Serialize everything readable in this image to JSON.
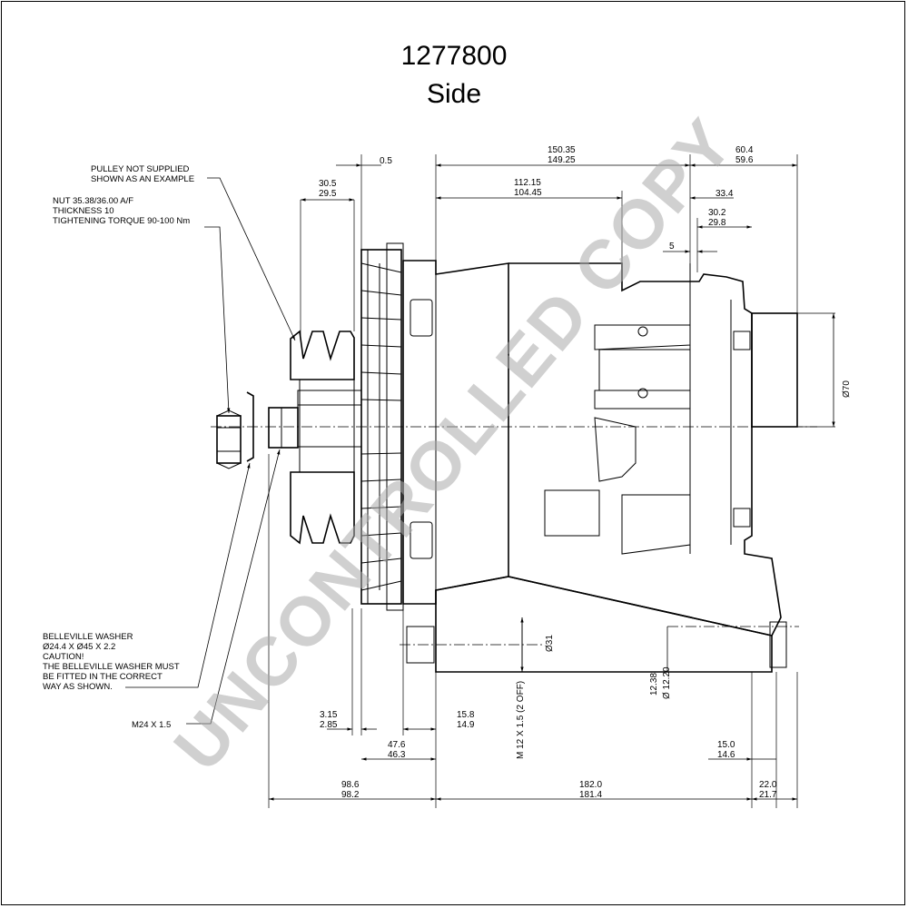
{
  "header": {
    "part_number": "1277800",
    "view": "Side"
  },
  "watermark": {
    "text": "UNCONTROLLED COPY",
    "color": "#aaaaaa"
  },
  "notes": {
    "pulley": [
      "PULLEY NOT SUPPLIED",
      "SHOWN AS AN EXAMPLE"
    ],
    "nut": [
      "NUT 35.38/36.00 A/F",
      "THICKNESS 10",
      "TIGHTENING TORQUE 90-100 Nm"
    ],
    "washer": [
      "BELLEVILLE WASHER",
      "Ø24.4 X Ø45 X 2.2",
      "CAUTION!",
      "THE BELLEVILLE WASHER MUST",
      "BE FITTED IN THE CORRECT",
      "WAY AS SHOWN."
    ],
    "thread": "M24 X 1.5"
  },
  "dimensions": {
    "d_0_5": "0.5",
    "d_30_5": "30.5",
    "d_29_5": "29.5",
    "d_150_35": "150.35",
    "d_149_25": "149.25",
    "d_112_15": "112.15",
    "d_104_45": "104.45",
    "d_60_4": "60.4",
    "d_59_6": "59.6",
    "d_33_4": "33.4",
    "d_30_2": "30.2",
    "d_29_8": "29.8",
    "d_5": "5",
    "d_phi70": "Ø70",
    "d_phi31": "Ø31",
    "d_m12": "M 12 X 1.5 (2 OFF)",
    "d_12_38": "12.38",
    "d_12_20": "Ø 12.20",
    "d_3_15": "3.15",
    "d_2_85": "2.85",
    "d_15_8": "15.8",
    "d_14_9": "14.9",
    "d_47_6": "47.6",
    "d_46_3": "46.3",
    "d_15_0": "15.0",
    "d_14_6": "14.6",
    "d_98_6": "98.6",
    "d_98_2": "98.2",
    "d_182_0": "182.0",
    "d_181_4": "181.4",
    "d_22_0": "22.0",
    "d_21_7": "21.7"
  }
}
